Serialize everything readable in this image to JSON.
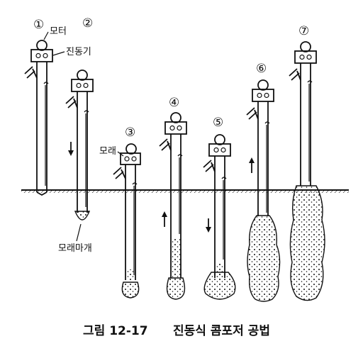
{
  "caption": {
    "figure_no": "그림 12-17",
    "title": "진동식 콤포저 공법"
  },
  "labels": {
    "motor": "모터",
    "vibrator": "진동기",
    "sand": "모래",
    "sand_plug": "모래마개"
  },
  "steps": [
    "①",
    "②",
    "③",
    "④",
    "⑤",
    "⑥",
    "⑦"
  ]
}
